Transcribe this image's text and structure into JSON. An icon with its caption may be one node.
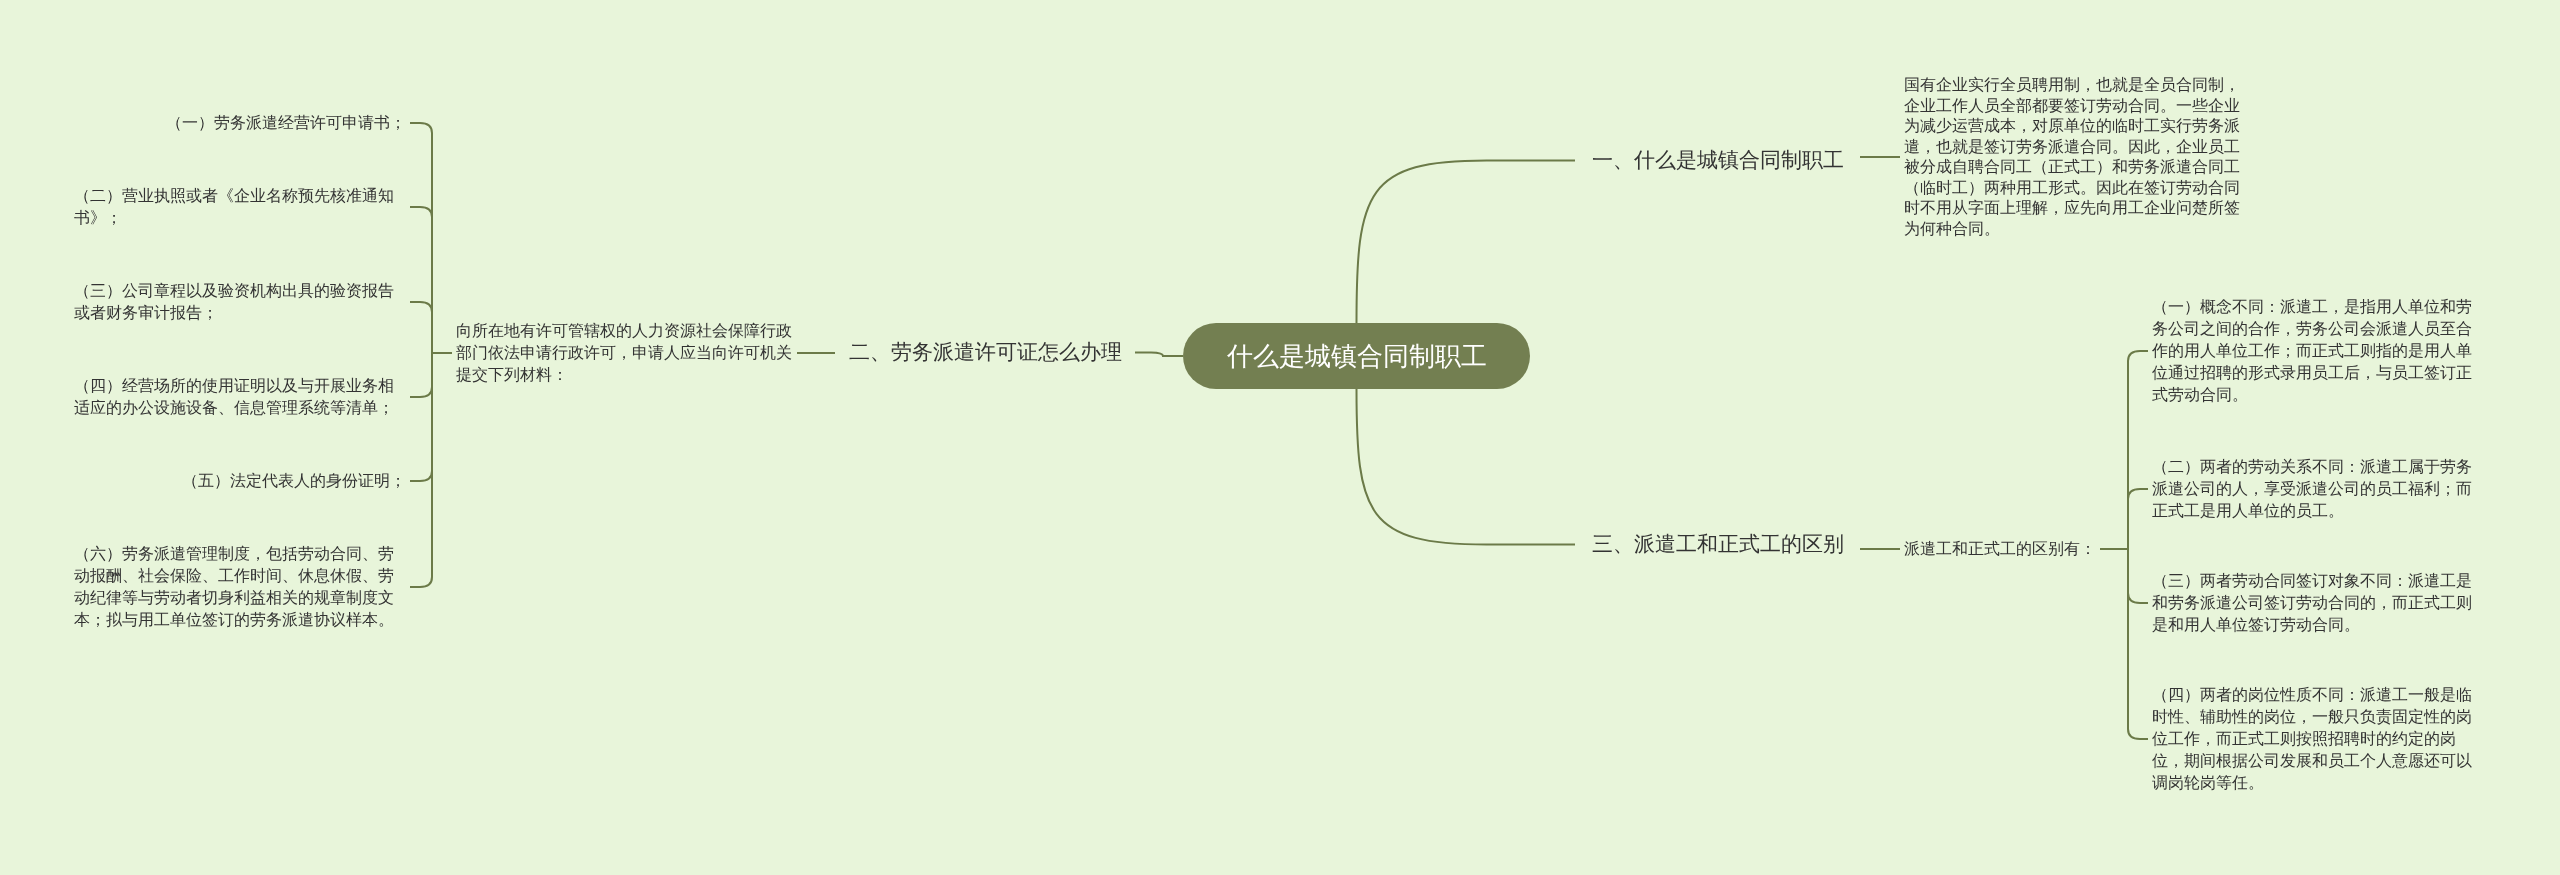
{
  "diagram": {
    "nodes": [
      {
        "text": [
          "什么是城镇合同制职工"
        ]
      },
      {
        "text": [
          "一、什么是城镇合同制职工"
        ]
      },
      {
        "text": [
          "国有企业实行全员聘用制，也就是全员合同制，企业工作人员全部都要签订劳动合同。一些企业为减少运营成本，对原单位的临时工实行劳务派遣，也就是签订劳务派遣合同。因此，企业员工被分成自聘合同工（正式工）和劳务派遣合同工（临时工）两种用工形式。因此在签订劳动合同时不用从字面上理解，应先向用工企业问楚所签为何种合同。"
        ]
      },
      {
        "text": [
          "二、劳务派遣许可证怎么办理"
        ]
      },
      {
        "text": [
          "向所在地有许可管辖权的人力资源社会保障行政部门依法申请行政许可，申请人应当向许可机关提交下列材料："
        ]
      },
      {
        "text": [
          "（一）劳务派遣经营许可申请书；"
        ]
      },
      {
        "text": [
          "（二）营业执照或者《企业名称预先核准通知书》；"
        ]
      },
      {
        "text": [
          "（三）公司章程以及验资机构出具的验资报告或者财务审计报告；"
        ]
      },
      {
        "text": [
          "（四）经营场所的使用证明以及与开展业务相适应的办公设施设备、信息管理系统等清单；"
        ]
      },
      {
        "text": [
          "（五）法定代表人的身份证明；"
        ]
      },
      {
        "text": [
          "（六）劳务派遣管理制度，包括劳动合同、劳动报酬、社会保险、工作时间、休息休假、劳动纪律等与劳动者切身利益相关的规章制度文本；拟与用工单位签订的劳务派遣协议样本。"
        ]
      },
      {
        "text": [
          "三、派遣工和正式工的区别"
        ]
      },
      {
        "text": [
          "派遣工和正式工的区别有："
        ]
      },
      {
        "text": [
          "（一）概念不同：派遣工，是指用人单位和劳务公司之间的合作，劳务公司会派遣人员至合作的用人单位工作；而正式工则指的是用人单位通过招聘的形式录用员工后，与员工签订正式劳动合同。"
        ]
      },
      {
        "text": [
          "（二）两者的劳动关系不同：派遣工属于劳务派遣公司的人，享受派遣公司的员工福利；而正式工是用人单位的员工。"
        ]
      },
      {
        "text": [
          "（三）两者劳动合同签订对象不同：派遣工是和劳务派遣公司签订劳动合同的，而正式工则是和用人单位签订劳动合同。"
        ]
      },
      {
        "text": [
          "（四）两者的岗位性质不同：派遣工一般是临时性、辅助性的岗位，一般只负责固定性的岗位工作，而正式工则按照招聘时的约定的岗位，期间根据公司发展和员工个人意愿还可以调岗轮岗等任。"
        ]
      }
    ],
    "edges": [
      {
        "from": 0,
        "to": 1,
        "arrow": "none"
      },
      {
        "from": 1,
        "to": 2,
        "arrow": "none"
      },
      {
        "from": 0,
        "to": 3,
        "arrow": "none"
      },
      {
        "from": 3,
        "to": 4,
        "arrow": "none"
      },
      {
        "from": 4,
        "to": 5,
        "arrow": "none"
      },
      {
        "from": 4,
        "to": 6,
        "arrow": "none"
      },
      {
        "from": 4,
        "to": 7,
        "arrow": "none"
      },
      {
        "from": 4,
        "to": 8,
        "arrow": "none"
      },
      {
        "from": 4,
        "to": 9,
        "arrow": "none"
      },
      {
        "from": 4,
        "to": 10,
        "arrow": "none"
      },
      {
        "from": 0,
        "to": 11,
        "arrow": "none"
      },
      {
        "from": 11,
        "to": 12,
        "arrow": "none"
      },
      {
        "from": 12,
        "to": 13,
        "arrow": "none"
      },
      {
        "from": 12,
        "to": 14,
        "arrow": "none"
      },
      {
        "from": 12,
        "to": 15,
        "arrow": "none"
      },
      {
        "from": 12,
        "to": 16,
        "arrow": "none"
      }
    ]
  }
}
